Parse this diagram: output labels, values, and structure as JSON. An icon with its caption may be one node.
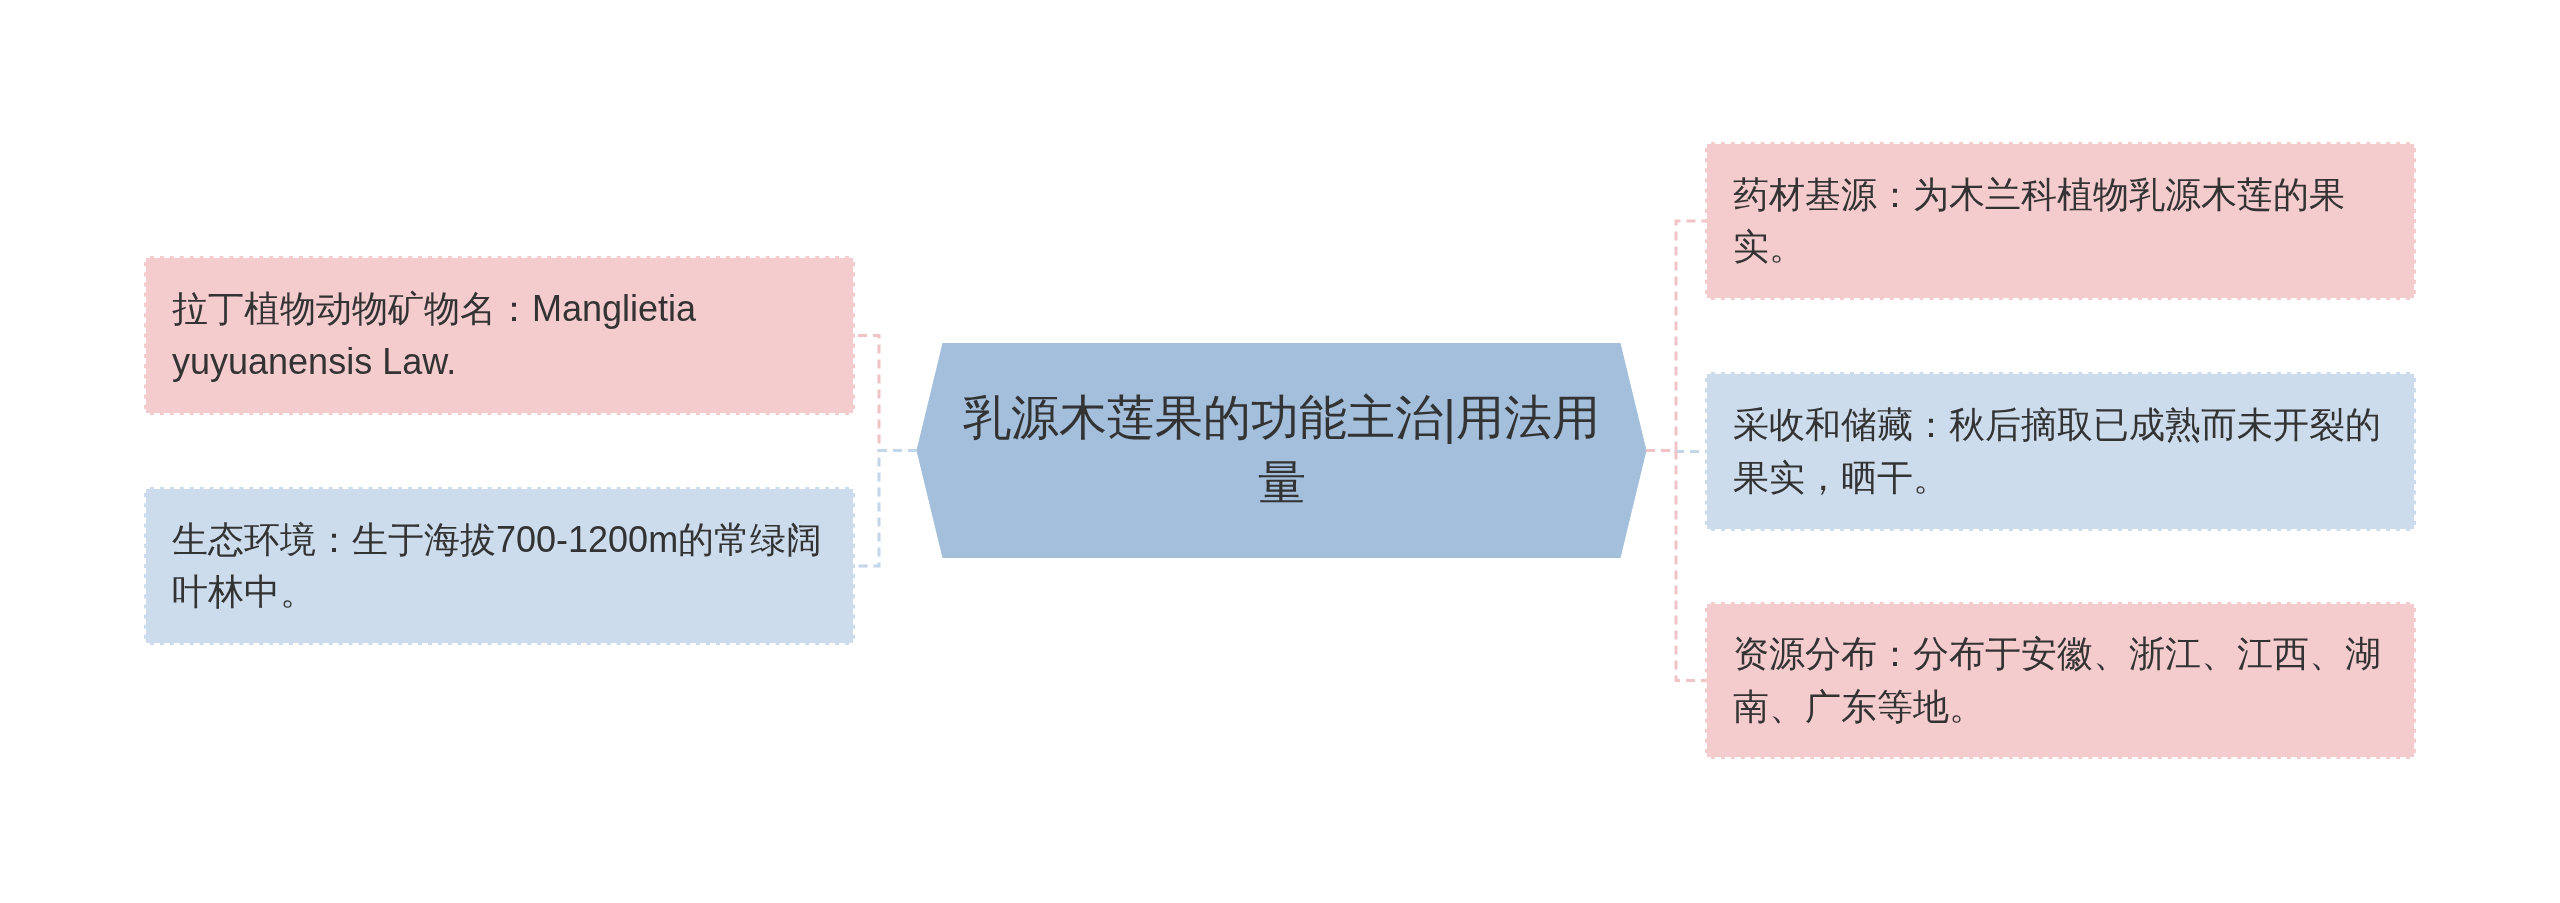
{
  "diagram": {
    "nodes": [
      {
        "text": [
          "乳源木莲果的功能主治|用法用量"
        ]
      },
      {
        "text": [
          "拉丁植物动物矿物名：Manglietia yuyuanensis Law."
        ]
      },
      {
        "text": [
          "生态环境：生于海拔700-1200m的常绿阔叶林中。"
        ]
      },
      {
        "text": [
          "药材基源：为木兰科植物乳源木莲的果实。"
        ]
      },
      {
        "text": [
          "采收和储藏：秋后摘取已成熟而未开裂的果实，晒干。"
        ]
      },
      {
        "text": [
          "资源分布：分布于安徽、浙江、江西、湖南、广东等地。"
        ]
      }
    ],
    "edges": [
      {
        "from": 0,
        "to": 1,
        "arrow": "none"
      },
      {
        "from": 0,
        "to": 2,
        "arrow": "none",
        "color": "#c3d6ea"
      },
      {
        "from": 0,
        "to": 3,
        "arrow": "none"
      },
      {
        "from": 0,
        "to": 4,
        "arrow": "none",
        "color": "#c3d6ea"
      },
      {
        "from": 0,
        "to": 5,
        "arrow": "none"
      }
    ]
  }
}
